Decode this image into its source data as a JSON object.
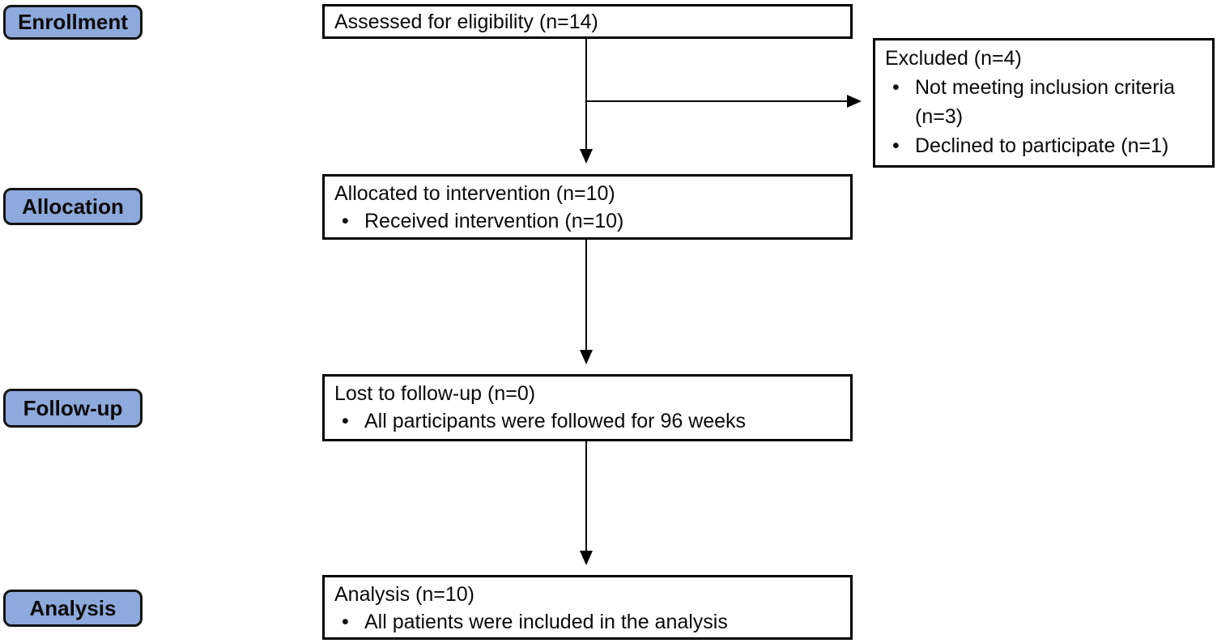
{
  "diagram": {
    "stages": [
      {
        "label": "Enrollment"
      },
      {
        "label": "Allocation"
      },
      {
        "label": "Follow-up"
      },
      {
        "label": "Analysis"
      }
    ],
    "boxes": {
      "assessed": {
        "title": "Assessed for eligibility (n=14)"
      },
      "excluded": {
        "title": "Excluded (n=4)",
        "bullets": [
          "Not meeting inclusion criteria (n=3)",
          "Declined to participate (n=1)"
        ]
      },
      "allocated": {
        "title": "Allocated to intervention (n=10)",
        "bullets": [
          "Received intervention (n=10)"
        ]
      },
      "followup": {
        "title": "Lost to follow-up (n=0)",
        "bullets": [
          "All participants were followed for 96 weeks"
        ]
      },
      "analysis": {
        "title": "Analysis (n=10)",
        "bullets": [
          "All patients were included in the analysis"
        ]
      }
    },
    "colors": {
      "stage_fill": "#8ea9db",
      "stage_border": "#141414",
      "box_border": "#000000",
      "arrow": "#000000",
      "background": "#ffffff"
    }
  }
}
